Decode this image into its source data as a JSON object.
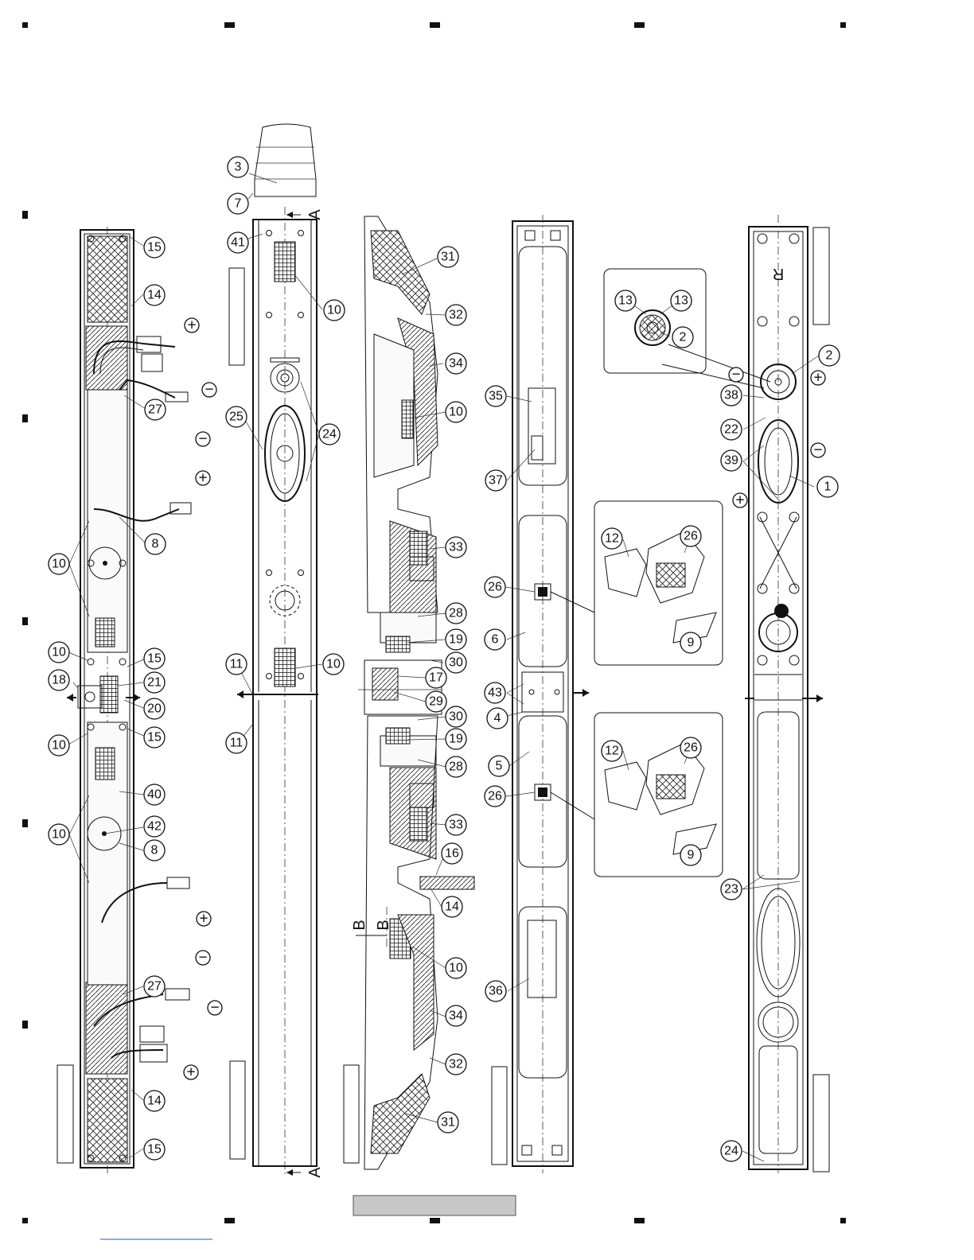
{
  "callouts": [
    {
      "id": "c3",
      "n": "3"
    },
    {
      "id": "c7",
      "n": "7"
    },
    {
      "id": "c41",
      "n": "41"
    },
    {
      "id": "c15a",
      "n": "15"
    },
    {
      "id": "c14a",
      "n": "14"
    },
    {
      "id": "c27a",
      "n": "27"
    },
    {
      "id": "c8a",
      "n": "8"
    },
    {
      "id": "c10a",
      "n": "10"
    },
    {
      "id": "c10b",
      "n": "10"
    },
    {
      "id": "c15b",
      "n": "15"
    },
    {
      "id": "c18",
      "n": "18"
    },
    {
      "id": "c21",
      "n": "21"
    },
    {
      "id": "c20",
      "n": "20"
    },
    {
      "id": "c10c",
      "n": "10"
    },
    {
      "id": "c15c",
      "n": "15"
    },
    {
      "id": "c40",
      "n": "40"
    },
    {
      "id": "c42",
      "n": "42"
    },
    {
      "id": "c10d",
      "n": "10"
    },
    {
      "id": "c8b",
      "n": "8"
    },
    {
      "id": "c27b",
      "n": "27"
    },
    {
      "id": "c14b",
      "n": "14"
    },
    {
      "id": "c15d",
      "n": "15"
    },
    {
      "id": "c10e",
      "n": "10"
    },
    {
      "id": "c25",
      "n": "25"
    },
    {
      "id": "c24a",
      "n": "24"
    },
    {
      "id": "c11a",
      "n": "11"
    },
    {
      "id": "c10f",
      "n": "10"
    },
    {
      "id": "c11b",
      "n": "11"
    },
    {
      "id": "c31a",
      "n": "31"
    },
    {
      "id": "c32a",
      "n": "32"
    },
    {
      "id": "c34a",
      "n": "34"
    },
    {
      "id": "c10g",
      "n": "10"
    },
    {
      "id": "c33a",
      "n": "33"
    },
    {
      "id": "c28a",
      "n": "28"
    },
    {
      "id": "c19a",
      "n": "19"
    },
    {
      "id": "c30a",
      "n": "30"
    },
    {
      "id": "c17",
      "n": "17"
    },
    {
      "id": "c29",
      "n": "29"
    },
    {
      "id": "c30b",
      "n": "30"
    },
    {
      "id": "c19b",
      "n": "19"
    },
    {
      "id": "c28b",
      "n": "28"
    },
    {
      "id": "c33b",
      "n": "33"
    },
    {
      "id": "c16",
      "n": "16"
    },
    {
      "id": "c14c",
      "n": "14"
    },
    {
      "id": "c10h",
      "n": "10"
    },
    {
      "id": "c34b",
      "n": "34"
    },
    {
      "id": "c32b",
      "n": "32"
    },
    {
      "id": "c31b",
      "n": "31"
    },
    {
      "id": "c35",
      "n": "35"
    },
    {
      "id": "c37",
      "n": "37"
    },
    {
      "id": "c26a",
      "n": "26"
    },
    {
      "id": "c6",
      "n": "6"
    },
    {
      "id": "c43",
      "n": "43"
    },
    {
      "id": "c4",
      "n": "4"
    },
    {
      "id": "c5",
      "n": "5"
    },
    {
      "id": "c26b",
      "n": "26"
    },
    {
      "id": "c36",
      "n": "36"
    },
    {
      "id": "c12a",
      "n": "12"
    },
    {
      "id": "c26c",
      "n": "26"
    },
    {
      "id": "c9a",
      "n": "9"
    },
    {
      "id": "c12b",
      "n": "12"
    },
    {
      "id": "c26d",
      "n": "26"
    },
    {
      "id": "c9b",
      "n": "9"
    },
    {
      "id": "c13a",
      "n": "13"
    },
    {
      "id": "c13b",
      "n": "13"
    },
    {
      "id": "c2a",
      "n": "2"
    },
    {
      "id": "c2b",
      "n": "2"
    },
    {
      "id": "c38",
      "n": "38"
    },
    {
      "id": "c22",
      "n": "22"
    },
    {
      "id": "c39",
      "n": "39"
    },
    {
      "id": "c1",
      "n": "1"
    },
    {
      "id": "c23",
      "n": "23"
    },
    {
      "id": "c24b",
      "n": "24"
    }
  ],
  "polarity": {
    "plus": "+",
    "minus": "−"
  },
  "section_marks": {
    "a": "A",
    "b": "B",
    "r": "R"
  }
}
